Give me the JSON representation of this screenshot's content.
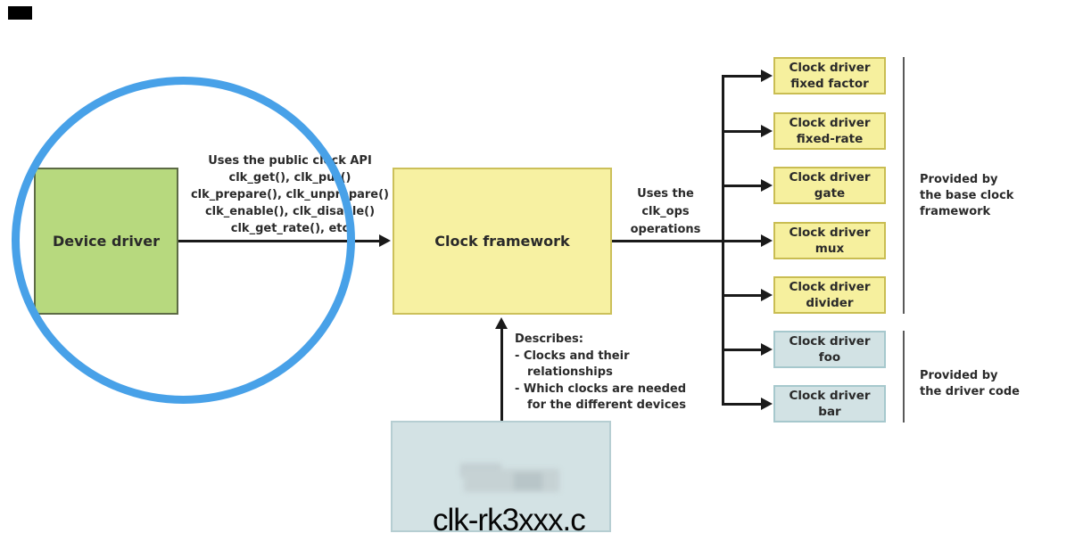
{
  "diagram": {
    "device_box": {
      "label": "Device driver"
    },
    "public_api_note": {
      "lines": [
        "Uses the public clock API",
        "clk_get(), clk_put()",
        "clk_prepare(), clk_unprepare()",
        "clk_enable(), clk_disable()",
        "clk_get_rate(), etc"
      ]
    },
    "framework_box": {
      "label": "Clock framework"
    },
    "clk_ops_note": {
      "lines": [
        "Uses the",
        "clk_ops",
        "operations"
      ]
    },
    "driver_boxes": [
      {
        "line1": "Clock driver",
        "line2": "fixed factor",
        "provided_by": "base clock framework"
      },
      {
        "line1": "Clock driver",
        "line2": "fixed-rate",
        "provided_by": "base clock framework"
      },
      {
        "line1": "Clock driver",
        "line2": "gate",
        "provided_by": "base clock framework"
      },
      {
        "line1": "Clock driver",
        "line2": "mux",
        "provided_by": "base clock framework"
      },
      {
        "line1": "Clock driver",
        "line2": "divider",
        "provided_by": "base clock framework"
      },
      {
        "line1": "Clock driver",
        "line2": "foo",
        "provided_by": "driver code"
      },
      {
        "line1": "Clock driver",
        "line2": "bar",
        "provided_by": "driver code"
      }
    ],
    "framework_group_note": {
      "lines": [
        "Provided by",
        "the base clock",
        "framework"
      ]
    },
    "driver_group_note": {
      "lines": [
        "Provided by",
        "the driver code"
      ]
    },
    "describes_note": {
      "lines": [
        "Describes:",
        "- Clocks and their",
        "relationships",
        "- Which clocks are needed",
        "for the different devices"
      ]
    },
    "source_box": {
      "label": "clk-rk3xxx.c"
    },
    "colors": {
      "circle_stroke": "#48a1e8",
      "device_fill": "#b7d97e",
      "framework_fill": "#f7f1a2",
      "driver_yellow_fill": "#f6f09e",
      "driver_blue_fill": "#d2e2e4",
      "line": "#1a1a1a"
    }
  }
}
